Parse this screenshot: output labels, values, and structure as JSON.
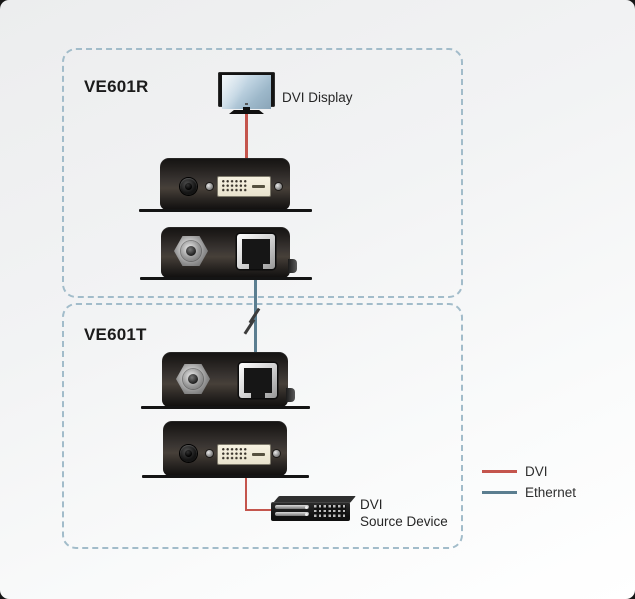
{
  "receiver_group": {
    "label": "VE601R",
    "display": {
      "label": "DVI Display",
      "icon": "monitor-icon"
    }
  },
  "transmitter_group": {
    "label": "VE601T",
    "source": {
      "label_line1": "DVI",
      "label_line2": "Source Device",
      "icon": "media-player-icon"
    }
  },
  "legend": {
    "items": [
      {
        "label": "DVI",
        "color": "#c4554d"
      },
      {
        "label": "Ethernet",
        "color": "#5b7e90"
      }
    ]
  },
  "colors": {
    "dvi_cable": "#c4554d",
    "ethernet_cable": "#5b7e90",
    "dashed_border": "#a2bcca",
    "background": "#f2f3f4"
  },
  "icons": [
    "monitor-icon",
    "power-jack-icon",
    "dvi-port-icon",
    "rj45-port-icon",
    "power-connector-icon",
    "cable-break-icon",
    "media-player-icon"
  ]
}
